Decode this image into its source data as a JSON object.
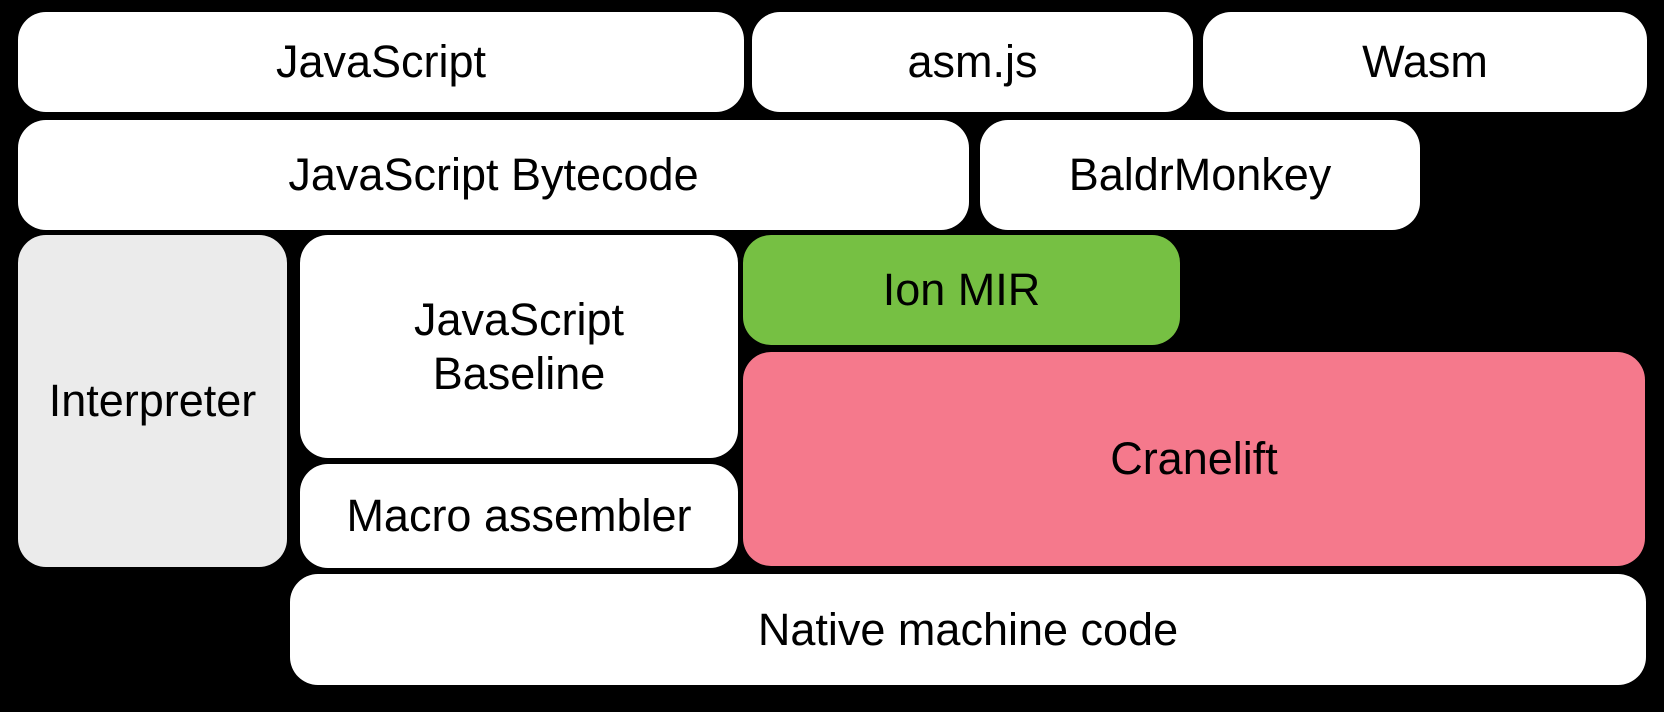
{
  "colors": {
    "background": "#000000",
    "white": "#ffffff",
    "gray": "#ebebeb",
    "green": "#76c043",
    "pink": "#f5798c",
    "text": "#000000"
  },
  "diagram": {
    "boxes": [
      {
        "id": "javascript",
        "label": "JavaScript",
        "fill": "#ffffff"
      },
      {
        "id": "asmjs",
        "label": "asm.js",
        "fill": "#ffffff"
      },
      {
        "id": "wasm",
        "label": "Wasm",
        "fill": "#ffffff"
      },
      {
        "id": "javascript-bytecode",
        "label": "JavaScript Bytecode",
        "fill": "#ffffff"
      },
      {
        "id": "baldrmonkey",
        "label": "BaldrMonkey",
        "fill": "#ffffff"
      },
      {
        "id": "interpreter",
        "label": "Interpreter",
        "fill": "#ebebeb"
      },
      {
        "id": "javascript-baseline",
        "label": "JavaScript Baseline",
        "fill": "#ffffff"
      },
      {
        "id": "ion-mir",
        "label": "Ion MIR",
        "fill": "#76c043"
      },
      {
        "id": "cranelift",
        "label": "Cranelift",
        "fill": "#f5798c"
      },
      {
        "id": "macro-assembler",
        "label": "Macro assembler",
        "fill": "#ffffff"
      },
      {
        "id": "native-machine-code",
        "label": "Native machine code",
        "fill": "#ffffff"
      }
    ]
  }
}
